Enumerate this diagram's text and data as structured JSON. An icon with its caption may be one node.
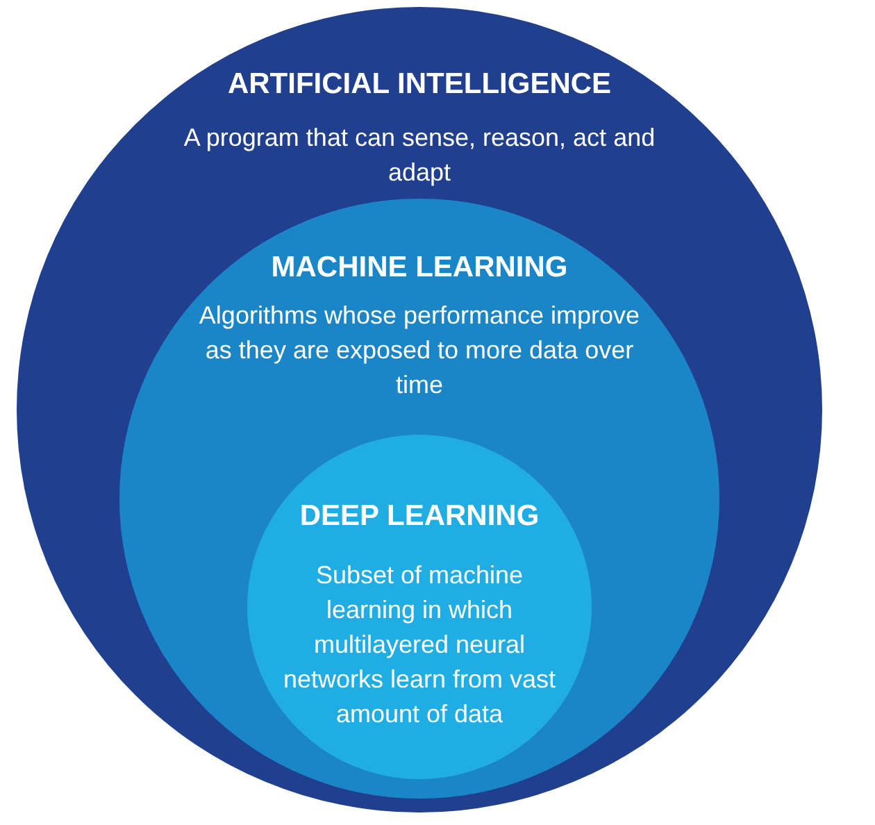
{
  "diagram": {
    "nodes": [
      {
        "text": [
          "ARTIFICIAL INTELLIGENCE",
          "A program that can sense, reason, act and adapt"
        ]
      },
      {
        "text": [
          "MACHINE LEARNING",
          "Algorithms whose performance improve as they are exposed to more data over time"
        ],
        "in": 0
      },
      {
        "text": [
          "DEEP LEARNING",
          "Subset of machine learning in which multilayered neural networks learn from vast amount of data"
        ],
        "in": 1
      }
    ]
  }
}
